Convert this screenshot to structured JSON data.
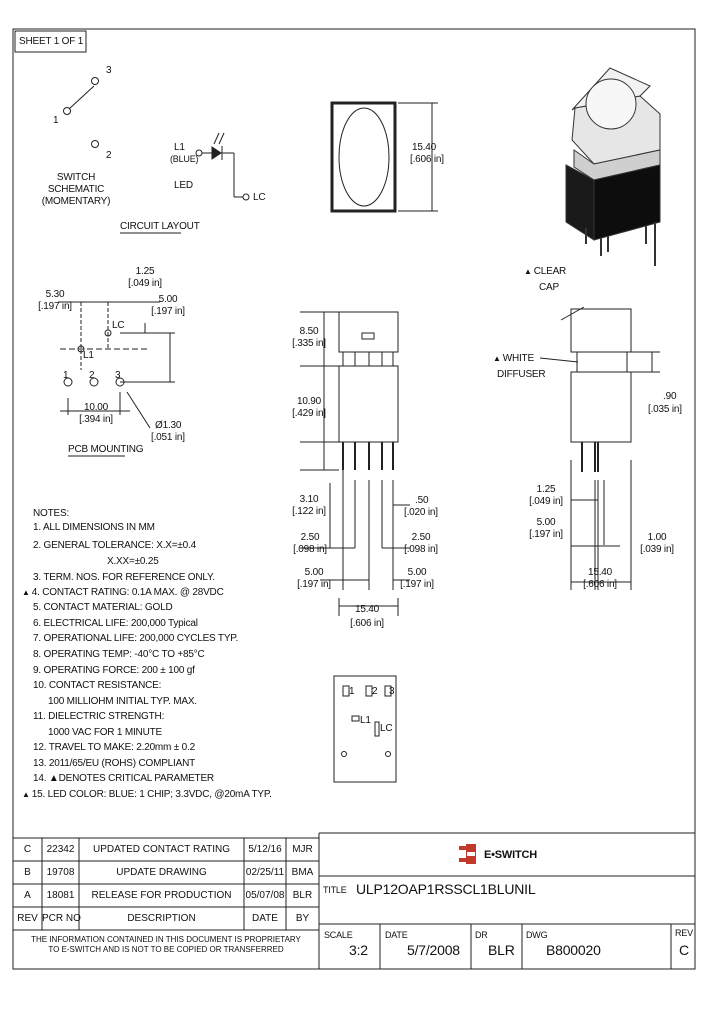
{
  "sheet_label": "SHEET 1 OF 1",
  "schematic": {
    "pin1": "1",
    "pin2": "2",
    "pin3": "3",
    "switch_label_line1": "SWITCH",
    "switch_label_line2": "SCHEMATIC",
    "switch_label_line3": "(MOMENTARY)",
    "led_l1": "L1",
    "led_color": "(BLUE)",
    "led_label": "LED",
    "led_lc": "LC",
    "circuit_layout": "CIRCUIT LAYOUT"
  },
  "pcb": {
    "dim_a_mm": "1.25",
    "dim_a_in": "[.049 in]",
    "dim_b_mm": "5.30",
    "dim_b_in": "[.197 in]",
    "dim_c_mm": "5.00",
    "dim_c_in": "[.197 in]",
    "lc": "LC",
    "l1": "L1",
    "p1": "1",
    "p2": "2",
    "p3": "3",
    "dim_d_mm": "10.00",
    "dim_d_in": "[.394 in]",
    "dim_e_mm": "Ø1.30",
    "dim_e_in": "[.051 in]",
    "label": "PCB MOUNTING"
  },
  "top_view": {
    "dim_mm": "15.40",
    "dim_in": "[.606 in]"
  },
  "front_view": {
    "cap_mm": "8.50",
    "cap_in": "[.335 in]",
    "body_mm": "10.90",
    "body_in": "[.429 in]",
    "pin_mm": "3.10",
    "pin_in": "[.122 in]",
    "pin_w_mm": ".50",
    "pin_w_in": "[.020 in]",
    "left_pitch_mm": "2.50",
    "left_pitch_in": "[.098 in]",
    "right_pitch_mm": "2.50",
    "right_pitch_in": "[.098 in]",
    "left_edge_mm": "5.00",
    "left_edge_in": "[.197 in]",
    "right_edge_mm": "5.00",
    "right_edge_in": "[.197 in]",
    "width_mm": "15.40",
    "width_in": "[.606 in]"
  },
  "side_view": {
    "clear_cap_1": "CLEAR",
    "clear_cap_2": "CAP",
    "white_diffuser_1": "WHITE",
    "white_diffuser_2": "DIFFUSER",
    "gap_mm": ".90",
    "gap_in": "[.035 in]",
    "a_mm": "1.25",
    "a_in": "[.049 in]",
    "b_mm": "5.00",
    "b_in": "[.197 in]",
    "c_mm": "1.00",
    "c_in": "[.039 in]",
    "w_mm": "15.40",
    "w_in": "[.606 in]"
  },
  "bottom_view": {
    "p1": "1",
    "p2": "2",
    "p3": "3",
    "l1": "L1",
    "lc": "LC"
  },
  "notes": {
    "title": "NOTES:",
    "items": [
      "1. ALL DIMENSIONS IN MM",
      "2. GENERAL TOLERANCE: X.X=±0.4",
      "X.XX=±0.25",
      "3. TERM. NOS. FOR REFERENCE ONLY.",
      "4. CONTACT RATING: 0.1A MAX. @ 28VDC",
      "5. CONTACT MATERIAL: GOLD",
      "6. ELECTRICAL LIFE: 200,000 Typical",
      "7. OPERATIONAL LIFE: 200,000 CYCLES TYP.",
      "8. OPERATING TEMP: -40°C TO +85°C",
      "9. OPERATING FORCE: 200 ± 100 gf",
      "10. CONTACT RESISTANCE:",
      "100 MILLIOHM INITIAL TYP. MAX.",
      "11. DIELECTRIC STRENGTH:",
      "1000 VAC FOR 1 MINUTE",
      "12. TRAVEL TO MAKE: 2.20mm ± 0.2",
      "13. 2011/65/EU (ROHS) COMPLIANT",
      "14. ▲DENOTES CRITICAL PARAMETER",
      "15. LED COLOR:  BLUE: 1 CHIP; 3.3VDC, @20mA TYP."
    ]
  },
  "revisions": {
    "rows": [
      {
        "rev": "C",
        "pcr": "22342",
        "desc": "UPDATED CONTACT RATING",
        "date": "5/12/16",
        "by": "MJR"
      },
      {
        "rev": "B",
        "pcr": "19708",
        "desc": "UPDATE DRAWING",
        "date": "02/25/11",
        "by": "BMA"
      },
      {
        "rev": "A",
        "pcr": "18081",
        "desc": "RELEASE FOR PRODUCTION",
        "date": "05/07/08",
        "by": "BLR"
      }
    ],
    "header": {
      "rev": "REV",
      "pcr": "PCR NO",
      "desc": "DESCRIPTION",
      "date": "DATE",
      "by": "BY"
    }
  },
  "proprietary_1": "THE INFORMATION CONTAINED IN THIS DOCUMENT IS PROPRIETARY",
  "proprietary_2": "TO E-SWITCH AND IS NOT TO BE COPIED OR TRANSFERRED",
  "title_block": {
    "logo_text": "E•SWITCH",
    "title_label": "TITLE",
    "title": "ULP12OAP1RSSCL1BLUNIL",
    "scale_label": "SCALE",
    "scale": "3:2",
    "date_label": "DATE",
    "date": "5/7/2008",
    "dr_label": "DR",
    "dr": "BLR",
    "dwg_label": "DWG",
    "dwg": "B800020",
    "rev_label": "REV",
    "rev": "C"
  }
}
